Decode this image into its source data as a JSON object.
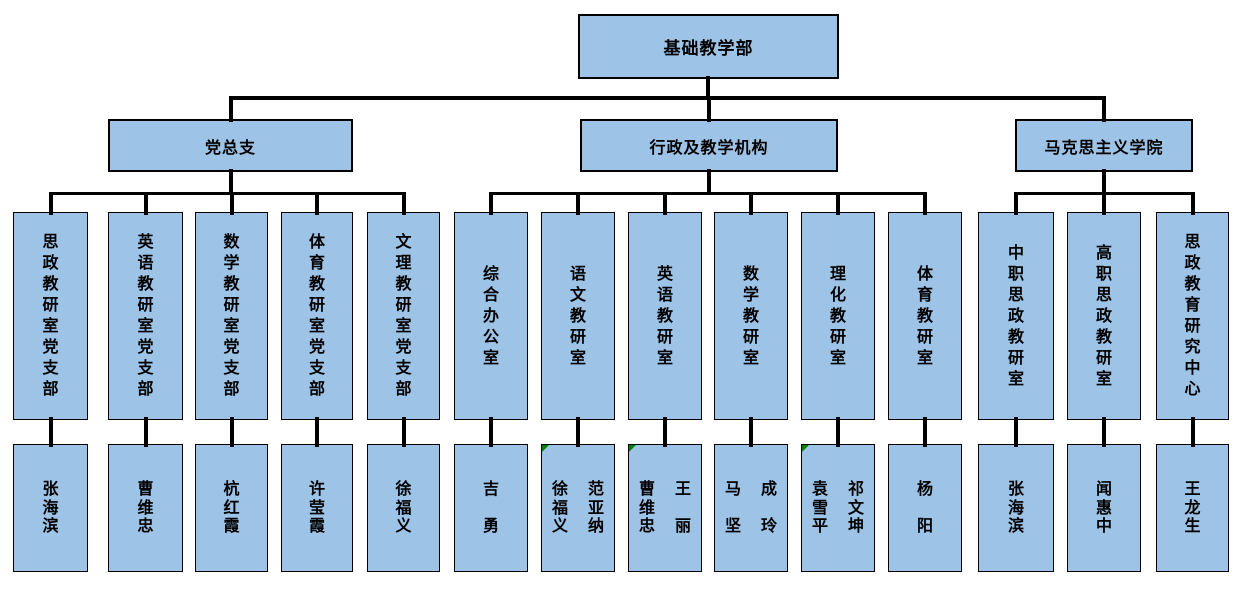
{
  "root": {
    "label": "基础教学部"
  },
  "groups": [
    {
      "label": "党总支",
      "children": [
        {
          "dept": "思政教研室党支部",
          "names": [
            "张海滨"
          ]
        },
        {
          "dept": "英语教研室党支部",
          "names": [
            "曹维忠"
          ]
        },
        {
          "dept": "数学教研室党支部",
          "names": [
            "杭红霞"
          ]
        },
        {
          "dept": "体育教研室党支部",
          "names": [
            "许莹霞"
          ]
        },
        {
          "dept": "文理教研室党支部",
          "names": [
            "徐福义"
          ]
        }
      ]
    },
    {
      "label": "行政及教学机构",
      "children": [
        {
          "dept": "综合办公室",
          "names": [
            "吉勇"
          ]
        },
        {
          "dept": "语文教研室",
          "names": [
            "徐福义",
            "范亚纳"
          ],
          "corner_marker": true
        },
        {
          "dept": "英语教研室",
          "names": [
            "曹维忠",
            "王丽"
          ],
          "corner_marker": true
        },
        {
          "dept": "数学教研室",
          "names": [
            "马坚",
            "成玲"
          ]
        },
        {
          "dept": "理化教研室",
          "names": [
            "袁雪平",
            "祁文坤"
          ],
          "corner_marker": true
        },
        {
          "dept": "体育教研室",
          "names": [
            "杨阳"
          ]
        }
      ]
    },
    {
      "label": "马克思主义学院",
      "children": [
        {
          "dept": "中职思政教研室",
          "names": [
            "张海滨"
          ]
        },
        {
          "dept": "高职思政教研室",
          "names": [
            "闻惠中"
          ]
        },
        {
          "dept": "思政教育研究中心",
          "names": [
            "王龙生"
          ]
        }
      ]
    }
  ],
  "colors": {
    "box_fill": "#9DC3E6",
    "box_border": "#000000",
    "connector": "#000000",
    "corner_marker": "#008000",
    "background": "#FFFFFF"
  }
}
